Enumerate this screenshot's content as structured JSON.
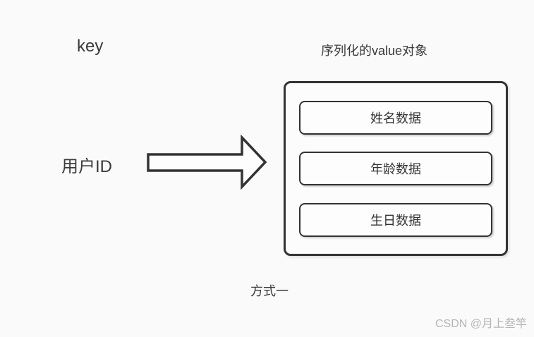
{
  "diagram": {
    "key_label": "key",
    "value_object_label": "序列化的value对象",
    "user_id_label": "用户ID",
    "value_boxes": [
      "姓名数据",
      "年龄数据",
      "生日数据"
    ],
    "method_label": "方式一",
    "colors": {
      "background": "#fafafa",
      "line": "#333333",
      "box_fill": "#fdfdfd",
      "watermark_text": "#b5b5b5"
    }
  },
  "watermark": "CSDN @月上叁竿"
}
